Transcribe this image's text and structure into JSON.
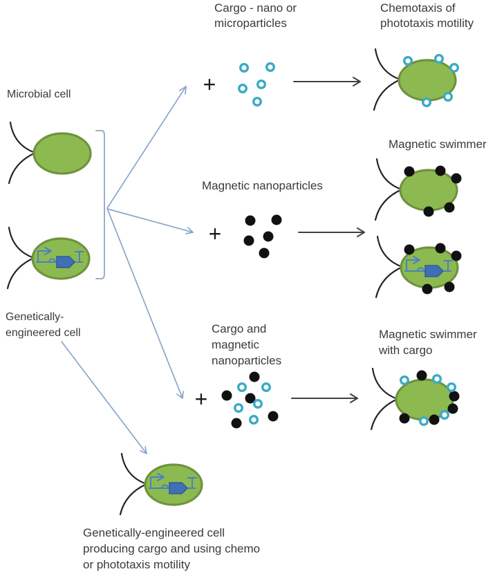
{
  "diagram": {
    "title_semantic": "Microbial and genetically-engineered cell swimmer assembly diagram",
    "labels": {
      "microbial_cell": "Microbial cell",
      "genetically_engineered_cell": [
        "Genetically-",
        "engineered cell"
      ],
      "cargo_nano": [
        "Cargo - nano or",
        "microparticles"
      ],
      "chemotaxis_motility": [
        "Chemotaxis of",
        "phototaxis motility"
      ],
      "magnetic_nanoparticles": "Magnetic nanoparticles",
      "magnetic_swimmer": "Magnetic swimmer",
      "cargo_and_magnetic": [
        "Cargo and",
        "magnetic",
        "nanoparticles"
      ],
      "magnetic_swimmer_with_cargo": [
        "Magnetic swimmer",
        "with cargo"
      ],
      "ge_cell_producing": [
        "Genetically-engineered cell",
        "producing cargo and using chemo",
        "or phototaxis motility"
      ],
      "plus": "+"
    },
    "colors": {
      "cell_fill": "#8cba50",
      "cell_border": "#6f923d",
      "cargo_particle": "#3aabc4",
      "magnetic_particle": "#111111",
      "gene_construct": "#4a7fc1",
      "gene_fill": "#3f6fb5",
      "flow_arrow": "#8aa6c9",
      "reaction_arrow": "#3f3f3f",
      "text": "#3a3a3a",
      "background": "#ffffff"
    }
  }
}
